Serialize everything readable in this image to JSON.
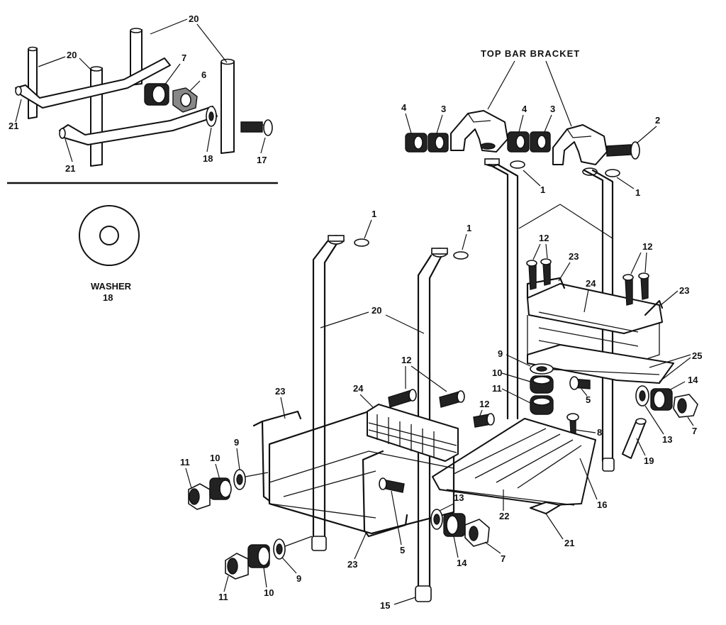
{
  "title": "TOP BAR BRACKET",
  "washer_caption": {
    "name": "WASHER",
    "number": "18"
  },
  "part_labels": {
    "inset": [
      "20",
      "20",
      "7",
      "6",
      "21",
      "21",
      "18",
      "17"
    ],
    "top_bracket": [
      "4",
      "3",
      "4",
      "3",
      "2",
      "1",
      "1"
    ],
    "rear_frame": [
      "12",
      "12",
      "23",
      "24",
      "23",
      "25",
      "9",
      "10",
      "11",
      "5",
      "14",
      "13",
      "7",
      "19",
      "8",
      "16",
      "22",
      "21"
    ],
    "front_frame": [
      "1",
      "1",
      "20",
      "12",
      "24",
      "12",
      "23",
      "11",
      "10",
      "9",
      "5",
      "13",
      "14",
      "7",
      "23",
      "11",
      "10",
      "9",
      "15"
    ]
  }
}
